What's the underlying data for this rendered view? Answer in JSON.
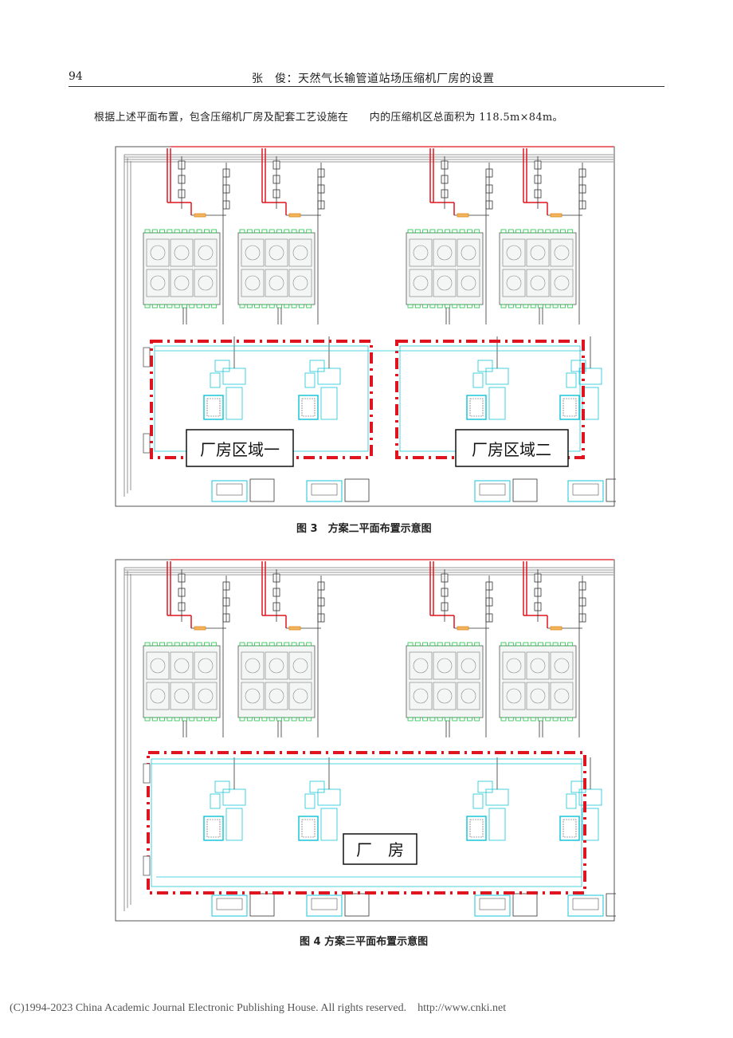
{
  "header": {
    "page_number": "94",
    "running_title": "张　俊：天然气长输管道站场压缩机厂房的设置"
  },
  "body_text": "根据上述平面布置，包含压缩机厂房及配套工艺设施在　　内的压缩机区总面积为 118.5m×84m。",
  "figures": [
    {
      "caption": "图 3　方案二平面布置示意图",
      "labels": [
        "厂房区域一",
        "厂房区域二"
      ]
    },
    {
      "caption": "图 4 方案三平面布置示意图",
      "labels": [
        "厂　房"
      ]
    }
  ],
  "footer": {
    "copyright": "(C)1994-2023 China Academic Journal Electronic Publishing House. All rights reserved.    http://www.cnki.net"
  },
  "colors": {
    "pipe_red": "#e0141e",
    "cyan": "#19c6d8",
    "green": "#22c24a",
    "line": "#555555"
  }
}
